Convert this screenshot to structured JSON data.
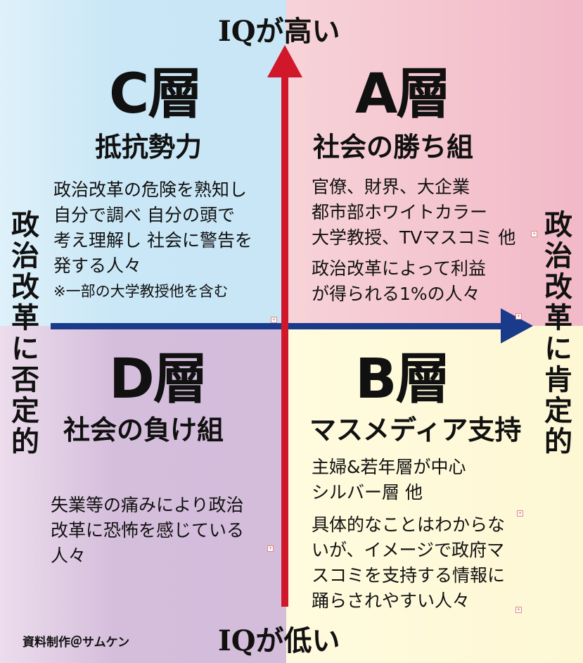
{
  "axes": {
    "top": "IQが高い",
    "bottom": "IQが低い",
    "left": "政治改革に否定的",
    "right": "政治改革に肯定的"
  },
  "quadrants": {
    "c": {
      "title": "C層",
      "subtitle": "抵抗勢力",
      "lines": [
        "政治改革の危険を熟知し",
        "自分で調べ 自分の頭で",
        "考え理解し 社会に警告を",
        "発する人々"
      ],
      "note": "※一部の大学教授他を含む",
      "color": "#c9e7f6"
    },
    "a": {
      "title": "A層",
      "subtitle": "社会の勝ち組",
      "lines": [
        "官僚、財界、大企業",
        "都市部ホワイトカラー",
        "大学教授、TVマスコミ 他"
      ],
      "lines2": [
        "政治改革によって利益",
        "が得られる1%の人々"
      ],
      "color": "#f2b9c8"
    },
    "d": {
      "title": "D層",
      "subtitle": "社会の負け組",
      "lines": [
        "失業等の痛みにより政治",
        "改革に恐怖を感じている",
        "人々"
      ],
      "color": "#d4bcdb"
    },
    "b": {
      "title": "B層",
      "subtitle": "マスメディア支持",
      "lines": [
        "主婦&若年層が中心",
        "シルバー層 他"
      ],
      "lines2": [
        "具体的なことはわからな",
        "いが、イメージで政府マ",
        "スコミを支持する情報に",
        "踊らされやすい人々"
      ],
      "color": "#fdf7d4"
    }
  },
  "credit": "資料制作＠サムケン",
  "arrow_colors": {
    "vertical": "#d0182a",
    "horizontal": "#1a3a8a"
  }
}
